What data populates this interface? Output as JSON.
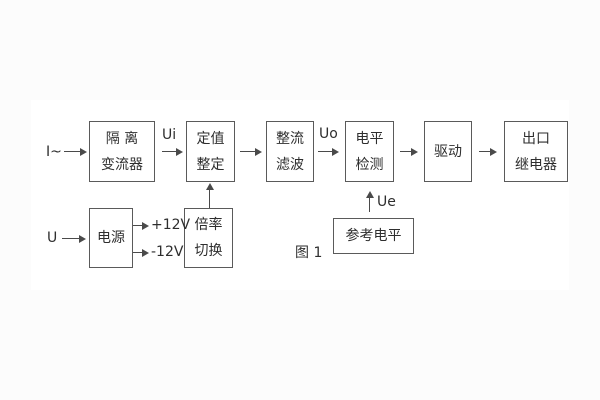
{
  "figure": {
    "caption": "图 1",
    "background_color": "#fcfcfc",
    "line_color": "#4a4a4a",
    "text_color": "#2e2e2e"
  },
  "inputs": {
    "current": "I~",
    "voltage": "U"
  },
  "signals": {
    "ui": "Ui",
    "uo": "Uo",
    "ue": "Ue",
    "plus12": "+12V",
    "minus12": "-12V"
  },
  "blocks": {
    "isolation": {
      "line1": "隔 离",
      "line2": "变流器"
    },
    "setpoint": {
      "line1": "定值",
      "line2": "整定"
    },
    "rectifier": {
      "line1": "整流",
      "line2": "滤波"
    },
    "level_detect": {
      "line1": "电平",
      "line2": "检测"
    },
    "drive": {
      "line1": "驱动"
    },
    "output_relay": {
      "line1": "出口",
      "line2": "继电器"
    },
    "power_supply": {
      "line1": "电源"
    },
    "ratio_switch": {
      "line1": "倍率",
      "line2": "切换"
    },
    "reference_level": {
      "line1": "参考电平"
    }
  }
}
